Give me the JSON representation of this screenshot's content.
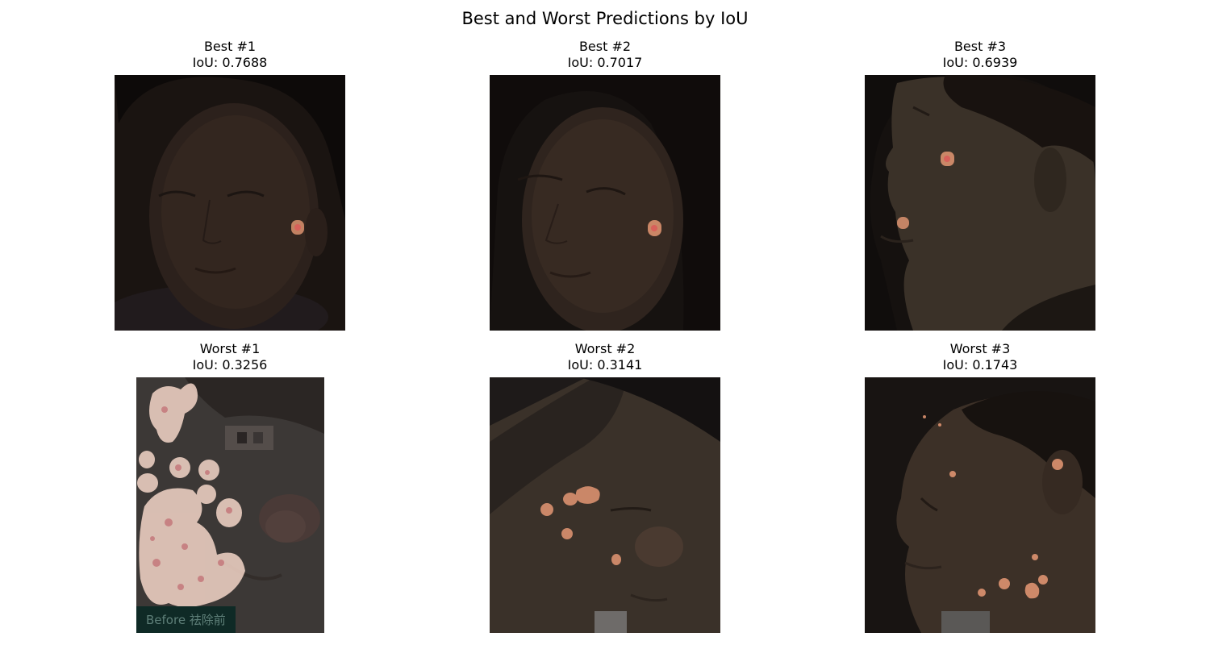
{
  "figure": {
    "title": "Best and Worst Predictions by IoU"
  },
  "panels": [
    {
      "label": "Best #1",
      "iou_text": "IoU: 0.7688"
    },
    {
      "label": "Best #2",
      "iou_text": "IoU: 0.7017"
    },
    {
      "label": "Best #3",
      "iou_text": "IoU: 0.6939"
    },
    {
      "label": "Worst #1",
      "iou_text": "IoU: 0.3256",
      "image_caption": "Before 祛除前"
    },
    {
      "label": "Worst #2",
      "iou_text": "IoU: 0.3141"
    },
    {
      "label": "Worst #3",
      "iou_text": "IoU: 0.1743"
    }
  ],
  "colors": {
    "mask_overlay": "#f3a07a",
    "mask_worst1": "#f4d6c8",
    "lesion": "#d8605a",
    "background": "#ffffff"
  }
}
